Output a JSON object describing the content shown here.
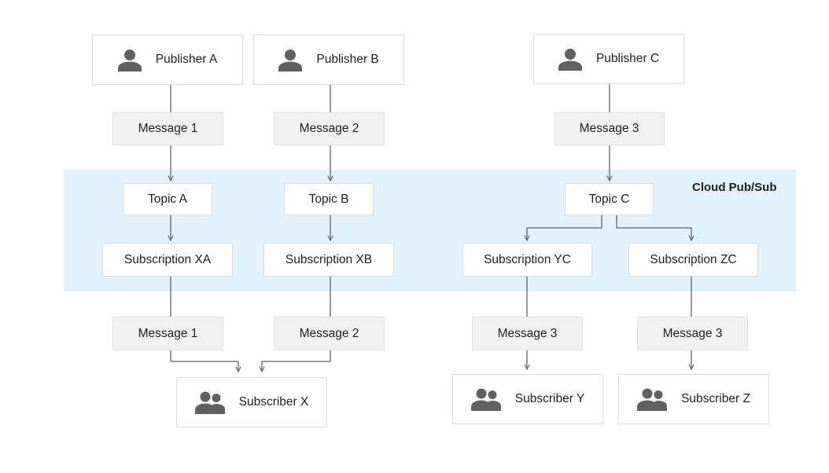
{
  "region": {
    "label": "Cloud Pub/Sub"
  },
  "publishers": [
    {
      "label": "Publisher A",
      "icon": "person-icon"
    },
    {
      "label": "Publisher B",
      "icon": "person-icon"
    },
    {
      "label": "Publisher C",
      "icon": "person-icon"
    }
  ],
  "published_messages": [
    "Message 1",
    "Message 2",
    "Message 3"
  ],
  "topics": [
    "Topic A",
    "Topic B",
    "Topic C"
  ],
  "subscriptions": [
    "Subscription XA",
    "Subscription XB",
    "Subscription YC",
    "Subscription ZC"
  ],
  "delivered_messages": [
    "Message 1",
    "Message 2",
    "Message 3",
    "Message 3"
  ],
  "subscribers": [
    {
      "label": "Subscriber X",
      "icon": "group-icon"
    },
    {
      "label": "Subscriber Y",
      "icon": "group-icon"
    },
    {
      "label": "Subscriber Z",
      "icon": "group-icon"
    }
  ],
  "colors": {
    "region_background": "#e1f2fc",
    "message_box": "#f1f1f1",
    "icon": "#616161",
    "connector": "#5f6368"
  }
}
